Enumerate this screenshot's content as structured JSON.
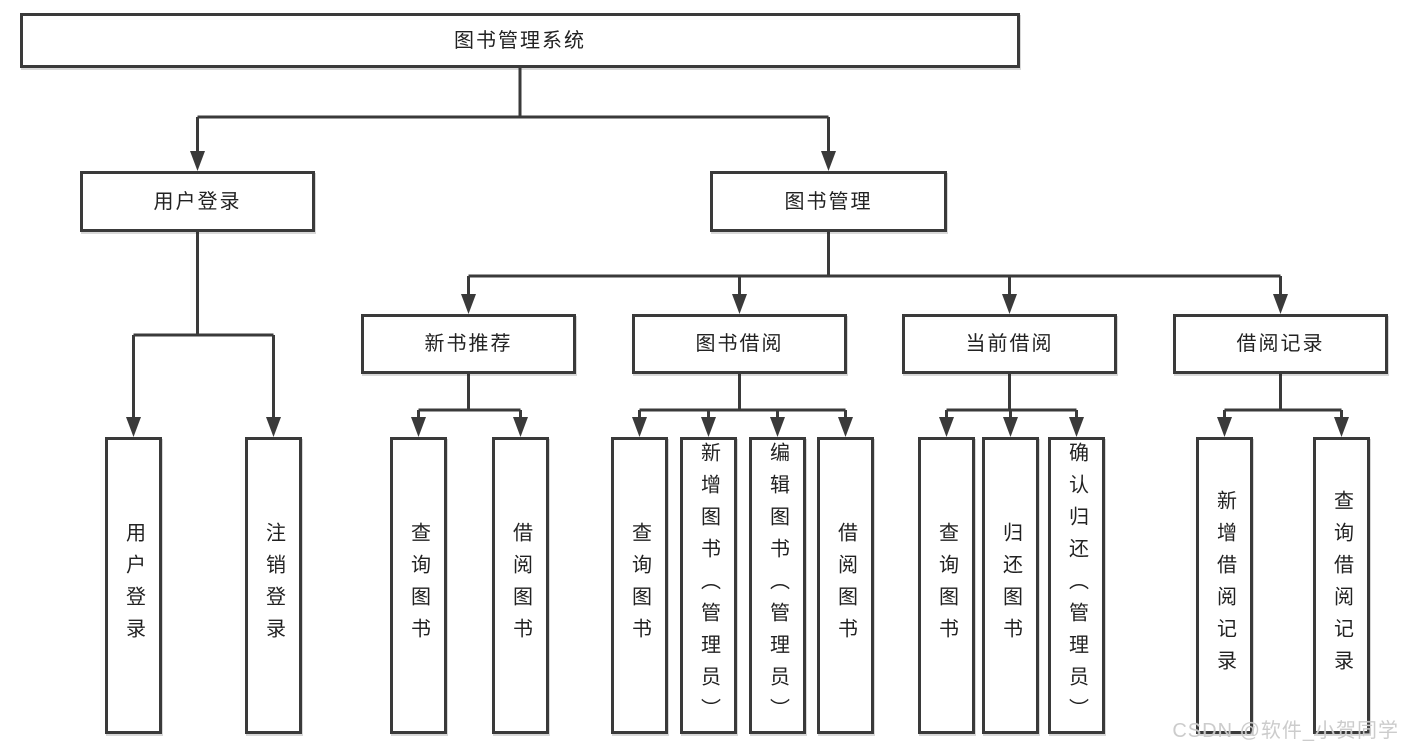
{
  "diagram": {
    "root": {
      "label": "图书管理系统"
    },
    "level2": [
      {
        "label": "用户登录"
      },
      {
        "label": "图书管理"
      }
    ],
    "level3": [
      {
        "label": "新书推荐"
      },
      {
        "label": "图书借阅"
      },
      {
        "label": "当前借阅"
      },
      {
        "label": "借阅记录"
      }
    ],
    "leaves": {
      "user_login": [
        "用户登录",
        "注销登录"
      ],
      "new_book_recommend": [
        "查询图书",
        "借阅图书"
      ],
      "book_borrow": [
        "查询图书",
        "新增图书（管理员）",
        "编辑图书（管理员）",
        "借阅图书"
      ],
      "current_borrow": [
        "查询图书",
        "归还图书",
        "确认归还（管理员）"
      ],
      "borrow_records": [
        "新增借阅记录",
        "查询借阅记录"
      ]
    }
  },
  "watermark": {
    "text": "CSDN @软件_小贺同学"
  },
  "colors": {
    "line": "#3a3a3a",
    "text": "#222222",
    "background": "#ffffff",
    "watermark": "#c9c9c9"
  }
}
